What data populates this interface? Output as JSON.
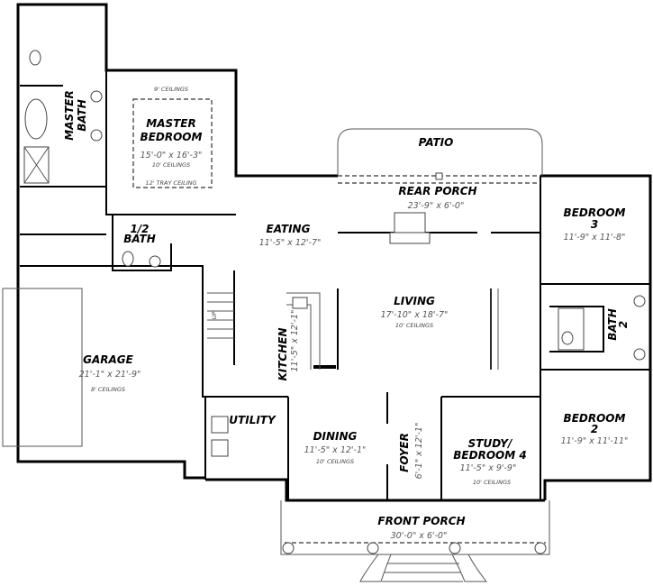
{
  "plan": {
    "rooms": {
      "master_bath": {
        "name_line1": "MASTER",
        "name_line2": "BATH"
      },
      "master_bedroom": {
        "name_line1": "MASTER",
        "name_line2": "BEDROOM",
        "size": "15'-0\" x 16'-3\"",
        "ceiling": "10' CEILINGS",
        "top_note": "9' CEILINGS",
        "tray_note": "12' TRAY CEILING"
      },
      "half_bath": {
        "name_line1": "1/2",
        "name_line2": "BATH"
      },
      "eating": {
        "name": "EATING",
        "size": "11'-5\" x 12'-7\""
      },
      "patio": {
        "name": "PATIO"
      },
      "rear_porch": {
        "name": "REAR PORCH",
        "size": "23'-9\" x 6'-0\""
      },
      "bedroom3": {
        "name_line1": "BEDROOM",
        "name_line2": "3",
        "size": "11'-9\" x 11'-8\""
      },
      "living": {
        "name": "LIVING",
        "size": "17'-10\" x 18'-7\"",
        "ceiling": "10' CEILINGS"
      },
      "bath2": {
        "name_line1": "BATH",
        "name_line2": "2"
      },
      "garage": {
        "name": "GARAGE",
        "size": "21'-1\" x 21'-9\"",
        "ceiling": "8' CEILINGS"
      },
      "kitchen": {
        "name": "KITCHEN",
        "size": "11'-5\" x 12'-1\""
      },
      "stair": {
        "label": "UP"
      },
      "utility": {
        "name": "UTILITY"
      },
      "dining": {
        "name": "DINING",
        "size": "11'-5\" x 12'-1\"",
        "ceiling": "10' CEILINGS"
      },
      "foyer": {
        "name": "FOYER",
        "size": "6'-1\" x 12'-1\""
      },
      "study": {
        "name_line1": "STUDY/",
        "name_line2": "BEDROOM 4",
        "size": "11'-5\" x 9'-9\"",
        "ceiling": "10' CEILINGS"
      },
      "bedroom2": {
        "name_line1": "BEDROOM",
        "name_line2": "2",
        "size": "11'-9\" x 11'-11\""
      },
      "front_porch": {
        "name": "FRONT PORCH",
        "size": "30'-0\" x 6'-0\""
      }
    }
  }
}
